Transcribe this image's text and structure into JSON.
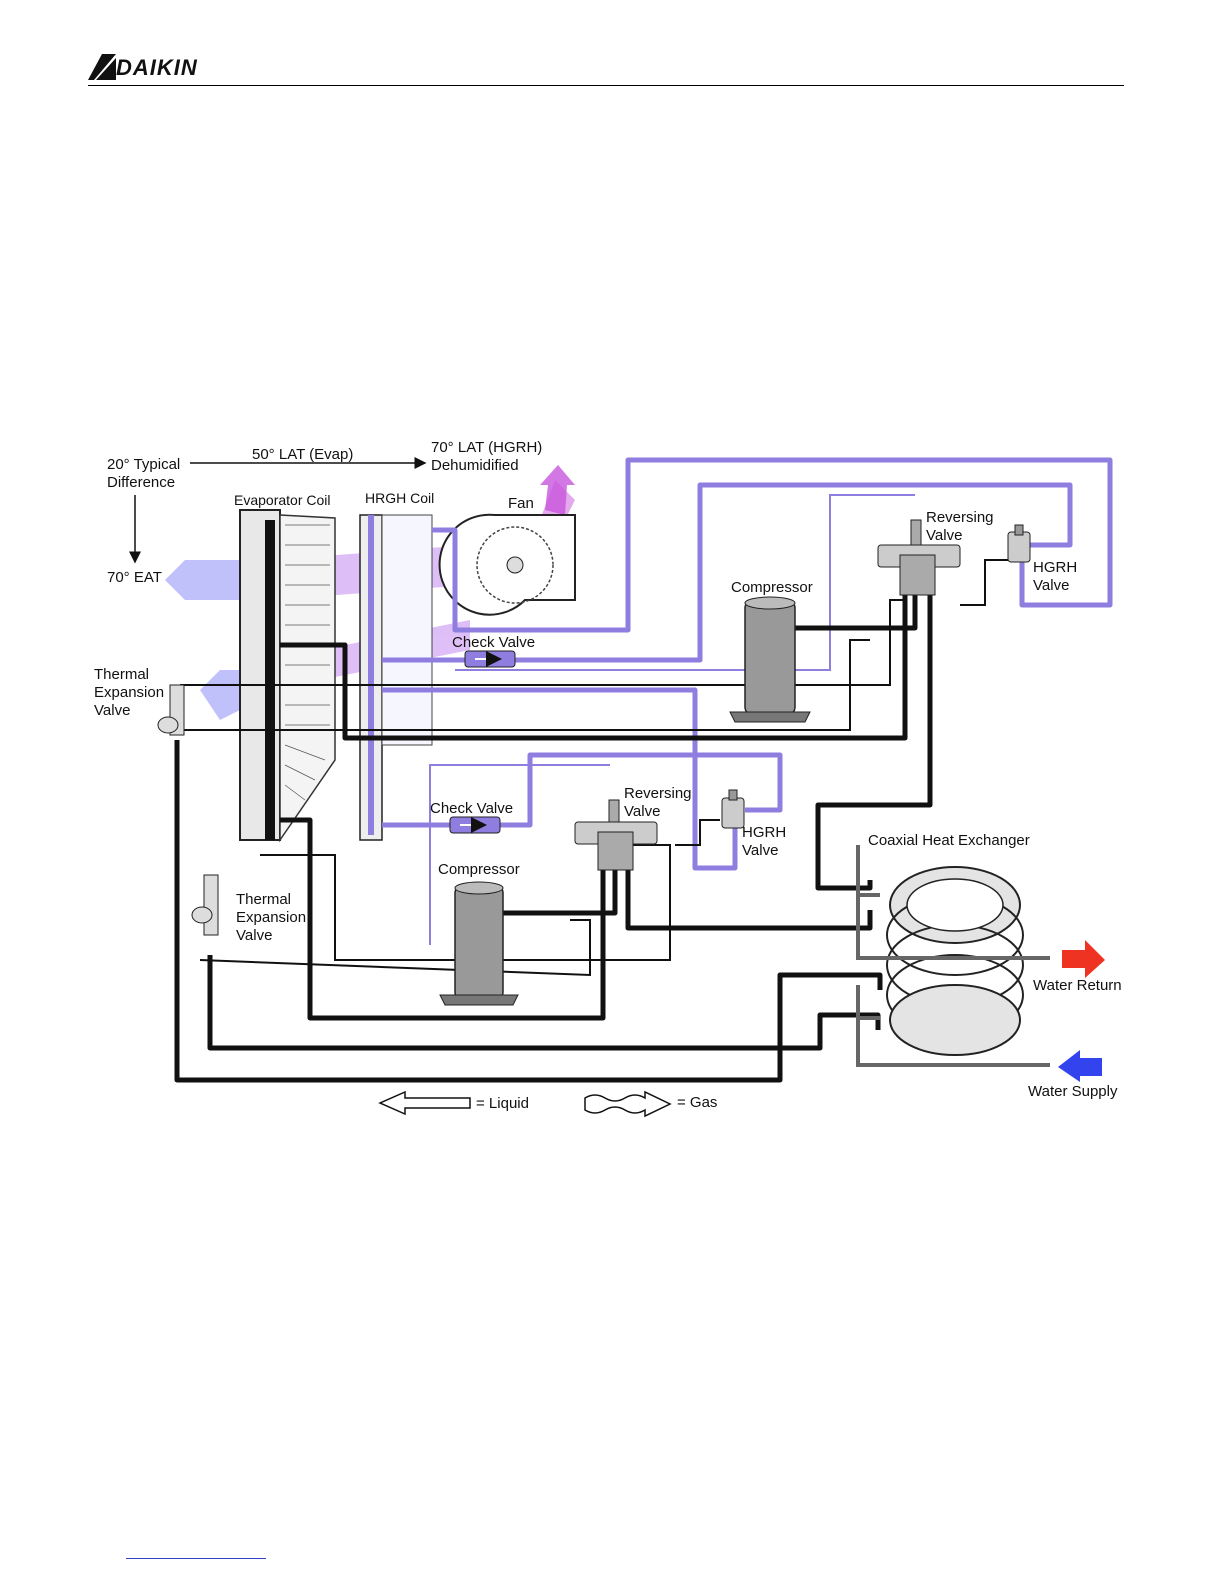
{
  "header": {
    "brand": "DAIKIN"
  },
  "diagram": {
    "labels": {
      "typical_difference_1": "20° Typical",
      "typical_difference_2": "Difference",
      "lat_evap": "50° LAT (Evap)",
      "lat_hgrh_1": "70° LAT (HGRH)",
      "lat_hgrh_2": "Dehumidified",
      "eat": "70° EAT",
      "evaporator_coil": "Evaporator Coil",
      "hrgh_coil": "HRGH Coil",
      "fan": "Fan",
      "compressor_upper": "Compressor",
      "compressor_lower": "Compressor",
      "reversing_valve_upper_1": "Reversing",
      "reversing_valve_upper_2": "Valve",
      "reversing_valve_lower_1": "Reversing",
      "reversing_valve_lower_2": "Valve",
      "hgrh_valve_upper_1": "HGRH",
      "hgrh_valve_upper_2": "Valve",
      "hgrh_valve_lower_1": "HGRH",
      "hgrh_valve_lower_2": "Valve",
      "check_valve_upper": "Check Valve",
      "check_valve_lower": "Check Valve",
      "tev_upper_1": "Thermal",
      "tev_upper_2": "Expansion",
      "tev_upper_3": "Valve",
      "tev_lower_1": "Thermal",
      "tev_lower_2": "Expansion",
      "tev_lower_3": "Valve",
      "coaxial_hx": "Coaxial Heat Exchanger",
      "water_return": "Water Return",
      "water_supply": "Water Supply"
    },
    "legend": {
      "liquid": "= Liquid",
      "gas": "= Gas"
    },
    "colors": {
      "gas_line": "#8f7ee0",
      "liquid_line": "#111111",
      "airflow_in": "#8c8cf5",
      "airflow_out": "#cc66dd",
      "water_return": "#ee3322",
      "water_supply": "#3344ee"
    }
  }
}
